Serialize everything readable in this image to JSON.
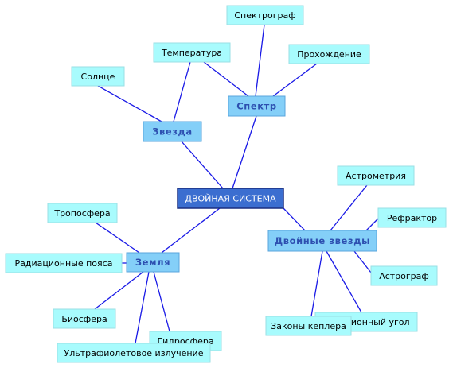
{
  "colors": {
    "edge": "#1a1ae6",
    "leaf_fill": "#a8fbfd",
    "branch_fill": "#84cff8",
    "root_fill": "#3b6ed0"
  },
  "nodes": {
    "root": "ДВОЙНАЯ СИСТЕМА",
    "zvezda": "Звезда",
    "spektr": "Спектр",
    "dvoynye": "Двойные звезды",
    "zemlya": "Земля",
    "solntse": "Солнце",
    "temperatura": "Температура",
    "spektrograf": "Спектрограф",
    "prohozhdenie": "Прохождение",
    "astrometriya": "Астрометрия",
    "refraktor": "Рефрактор",
    "astrograf": "Астрограф",
    "pozitsionny": "Позиционный угол",
    "zakony": "Законы кеплера",
    "troposfera": "Тропосфера",
    "radiatsionnye": "Радиационные пояса",
    "biosfera": "Биосфера",
    "gidrosfera": "Гидросфера",
    "ultrafiolet": "Ультрафиолетовое излучение"
  }
}
